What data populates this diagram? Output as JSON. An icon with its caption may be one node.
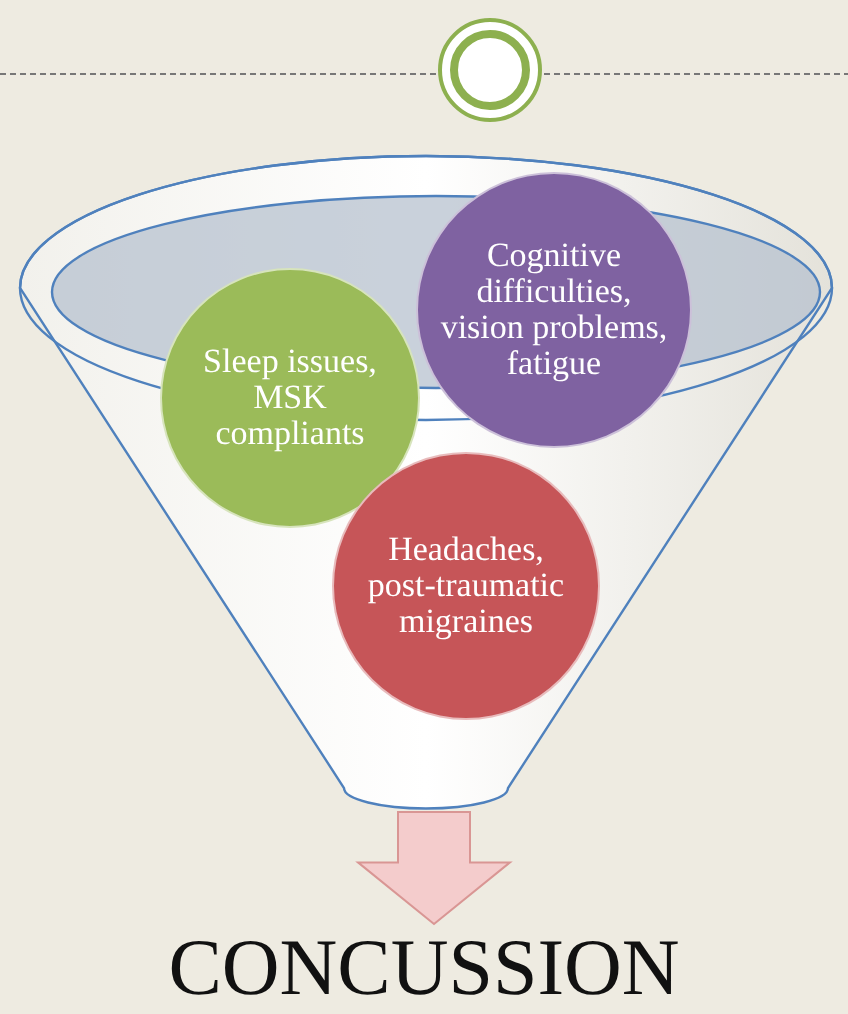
{
  "diagram": {
    "nodes": [
      {
        "text": [],
        "shape": "funnel"
      },
      {
        "text": [
          "Cognitive difficulties, vision problems, fatigue"
        ],
        "in": 0
      },
      {
        "text": [
          "Sleep issues, MSK compliants"
        ],
        "in": 0
      },
      {
        "text": [
          "Headaches, post-traumatic migraines"
        ],
        "in": 0
      },
      {
        "text": [
          "CONCUSSION"
        ]
      }
    ],
    "edges": [
      {
        "from": 0,
        "to": 4,
        "arrow": "to"
      }
    ]
  }
}
